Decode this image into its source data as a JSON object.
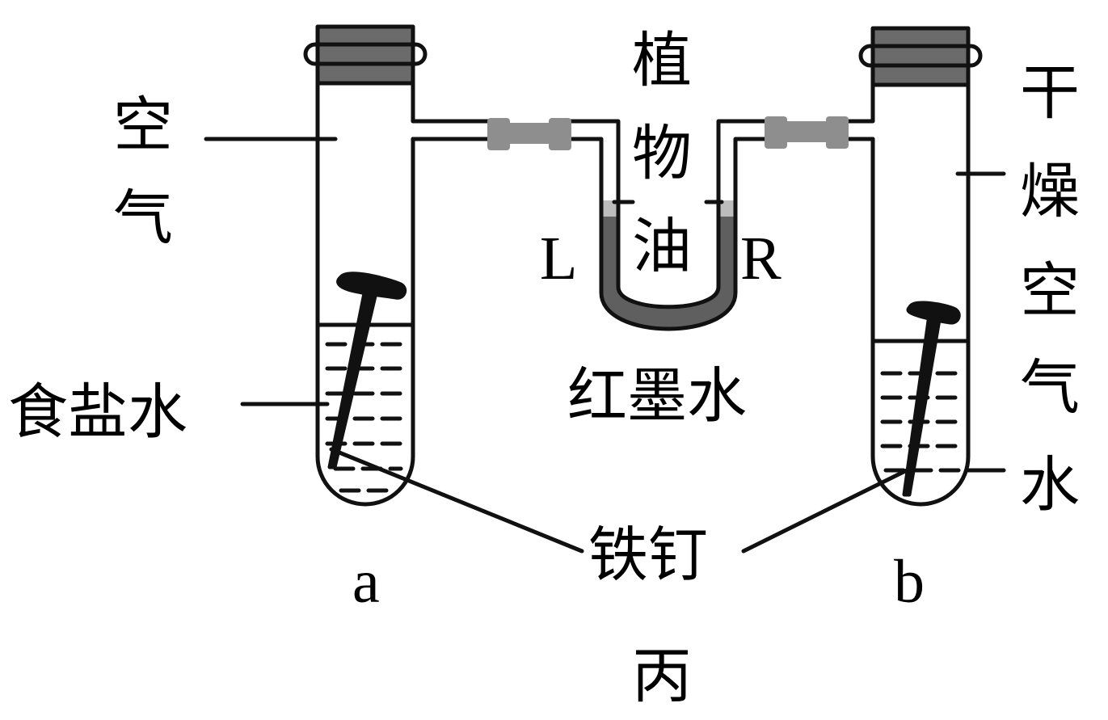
{
  "labels": {
    "air": "空\n气",
    "saltwater": "食盐水",
    "tube_a": "a",
    "iron_nail": "铁钉",
    "bing": "丙",
    "vegetable_oil": "植\n物\n油",
    "left_side": "L",
    "right_side": "R",
    "red_ink": "红墨水",
    "dry_air": "干\n燥\n空\n气",
    "water": "水",
    "tube_b": "b"
  },
  "colors": {
    "outline": "#111111",
    "stopper": "#6b6b6b",
    "connector": "#8e8e8e",
    "red_ink": "#5f5f5f",
    "oil": "#bdbdbd"
  }
}
